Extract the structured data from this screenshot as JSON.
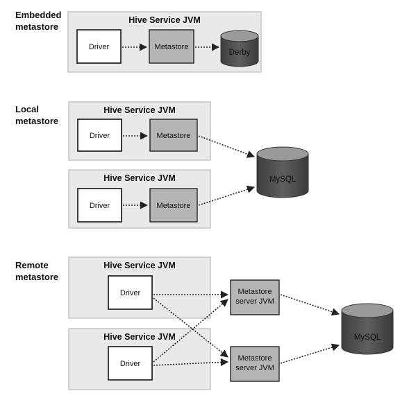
{
  "sections": {
    "embedded": {
      "label_line1": "Embedded",
      "label_line2": "metastore",
      "jvm_title": "Hive Service JVM",
      "driver": "Driver",
      "metastore": "Metastore",
      "database": "Derby"
    },
    "local": {
      "label_line1": "Local",
      "label_line2": "metastore",
      "jvm1_title": "Hive Service JVM",
      "jvm1_driver": "Driver",
      "jvm1_metastore": "Metastore",
      "jvm2_title": "Hive Service JVM",
      "jvm2_driver": "Driver",
      "jvm2_metastore": "Metastore",
      "database": "MySQL"
    },
    "remote": {
      "label_line1": "Remote",
      "label_line2": "metastore",
      "jvm1_title": "Hive Service JVM",
      "jvm1_driver": "Driver",
      "jvm2_title": "Hive Service JVM",
      "jvm2_driver": "Driver",
      "server1_line1": "Metastore",
      "server1_line2": "server JVM",
      "server2_line1": "Metastore",
      "server2_line2": "server JVM",
      "database": "MySQL"
    }
  },
  "colors": {
    "jvm_fill": "#e9e9e9",
    "jvm_stroke": "#c8c8c8",
    "driver_fill": "#ffffff",
    "metastore_fill": "#b5b5b5",
    "db_body": "#545454",
    "db_top": "#9a9a9a",
    "arrow": "#222222"
  }
}
